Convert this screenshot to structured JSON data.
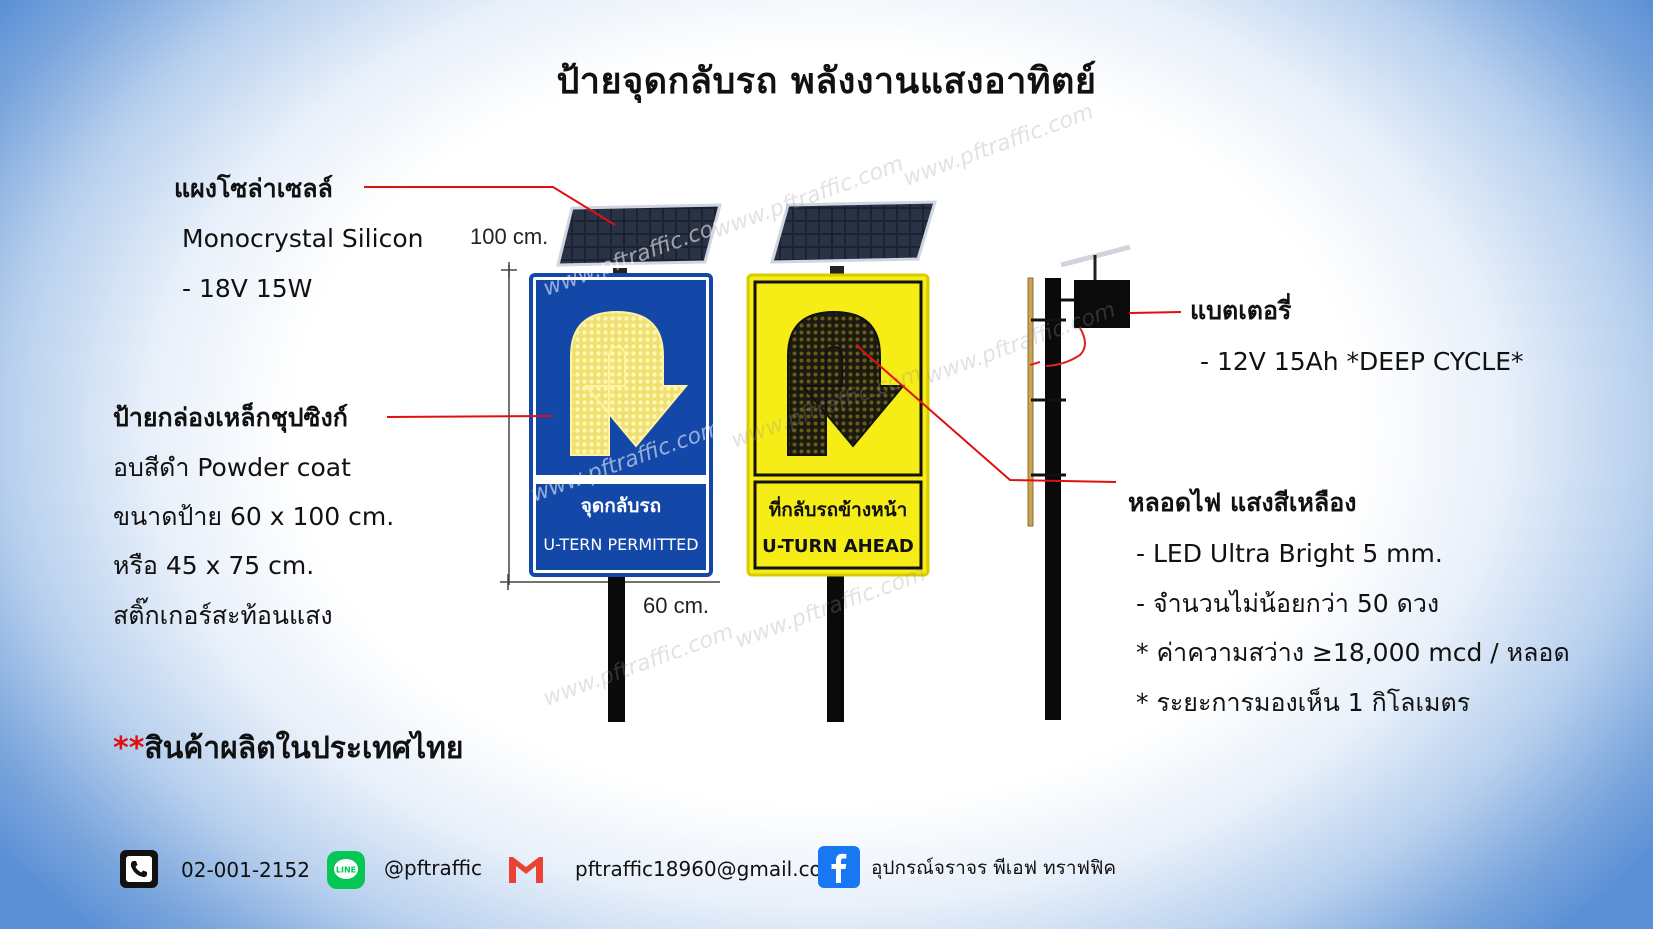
{
  "title": "ป้ายจุดกลับรถ พลังงานแสงอาทิตย์",
  "solar_panel": {
    "heading": "แผงโซล่าเซลล์",
    "line1": "Monocrystal Silicon",
    "line2": "- 18V 15W"
  },
  "sign_box": {
    "line1": "ป้ายกล่องเหล็กชุปซิงก์",
    "line2": "อบสีดำ Powder coat",
    "line3": "ขนาดป้าย 60 x 100 cm.",
    "line4": "หรือ 45 x 75 cm.",
    "line5": "สติ๊กเกอร์สะท้อนแสง"
  },
  "made_in": {
    "stars": "**",
    "text": "สินค้าผลิตในประเทศไทย"
  },
  "battery": {
    "heading": "แบตเตอรี่",
    "line1": "- 12V 15Ah *DEEP CYCLE*"
  },
  "lamp": {
    "heading": "หลอดไฟ  แสงสีเหลือง",
    "line1": "- LED Ultra Bright 5 mm.",
    "line2": "- จำนวนไม่น้อยกว่า 50 ดวง",
    "line3": "* ค่าความสว่าง ≥18,000 mcd / หลอด",
    "line4": "* ระยะการมองเห็น 1 กิโลเมตร"
  },
  "dimensions": {
    "height": "100 cm.",
    "width": "60 cm."
  },
  "sign_blue": {
    "line1": "จุดกลับรถ",
    "line2": "U-TERN PERMITTED"
  },
  "sign_yellow": {
    "line1": "ที่กลับรถข้างหน้า",
    "line2": "U-TURN AHEAD"
  },
  "watermark": "www.pftraffic.com",
  "footer": {
    "phone": "02-001-2152",
    "line": "@pftraffic",
    "email": "pftraffic18960@gmail.com",
    "facebook": "อุปกรณ์จราจร พีเอฟ ทราฟฟิค"
  },
  "colors": {
    "sign_blue": "#1448a8",
    "sign_yellow": "#f6ec16",
    "led_yellow": "#f3e77a",
    "leader_red": "#e01010",
    "line_green": "#06c755",
    "fb_blue": "#1877f2",
    "gmail_red": "#ea4335"
  },
  "icons": [
    "phone-icon",
    "line-icon",
    "gmail-icon",
    "facebook-icon"
  ]
}
